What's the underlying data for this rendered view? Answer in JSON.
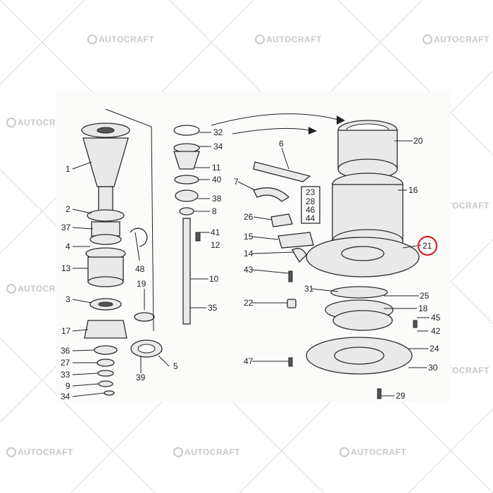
{
  "watermark": {
    "brand": "AUTOCRAFT",
    "icon": "autocraft-logo-icon"
  },
  "highlight": {
    "label": "21",
    "color": "#d9262b"
  },
  "callouts": [
    {
      "label": "1"
    },
    {
      "label": "2"
    },
    {
      "label": "37"
    },
    {
      "label": "4"
    },
    {
      "label": "13"
    },
    {
      "label": "3"
    },
    {
      "label": "17"
    },
    {
      "label": "36"
    },
    {
      "label": "27"
    },
    {
      "label": "33"
    },
    {
      "label": "9"
    },
    {
      "label": "34"
    },
    {
      "label": "48"
    },
    {
      "label": "19"
    },
    {
      "label": "5"
    },
    {
      "label": "39"
    },
    {
      "label": "32"
    },
    {
      "label": "34"
    },
    {
      "label": "11"
    },
    {
      "label": "40"
    },
    {
      "label": "38"
    },
    {
      "label": "8"
    },
    {
      "label": "41"
    },
    {
      "label": "12"
    },
    {
      "label": "10"
    },
    {
      "label": "35"
    },
    {
      "label": "6"
    },
    {
      "label": "7"
    },
    {
      "label": "23"
    },
    {
      "label": "28"
    },
    {
      "label": "46"
    },
    {
      "label": "44"
    },
    {
      "label": "26"
    },
    {
      "label": "15"
    },
    {
      "label": "14"
    },
    {
      "label": "43"
    },
    {
      "label": "20"
    },
    {
      "label": "16"
    },
    {
      "label": "21"
    },
    {
      "label": "31"
    },
    {
      "label": "25"
    },
    {
      "label": "22"
    },
    {
      "label": "18"
    },
    {
      "label": "45"
    },
    {
      "label": "42"
    },
    {
      "label": "24"
    },
    {
      "label": "47"
    },
    {
      "label": "30"
    },
    {
      "label": "29"
    }
  ]
}
